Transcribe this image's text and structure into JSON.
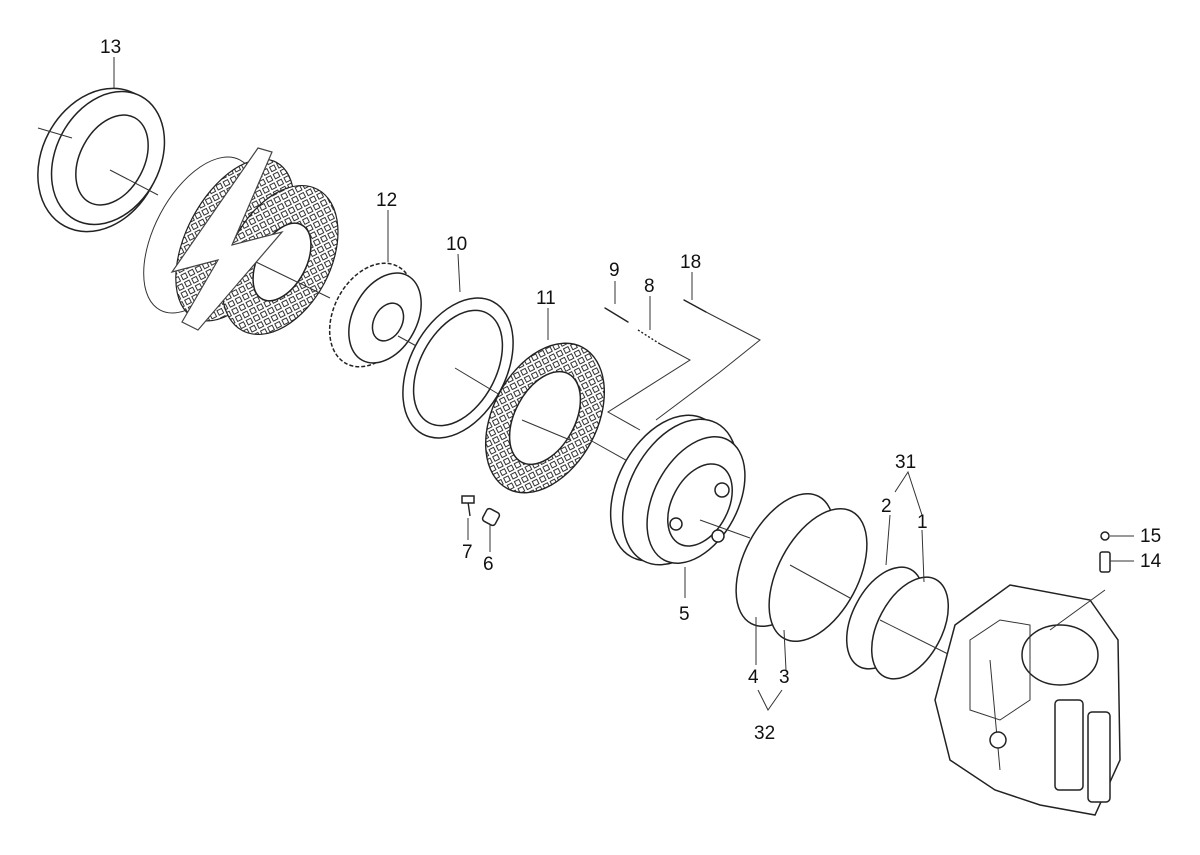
{
  "callouts": {
    "c1": "1",
    "c2": "2",
    "c3": "3",
    "c4": "4",
    "c5": "5",
    "c6": "6",
    "c7": "7",
    "c8": "8",
    "c9": "9",
    "c10": "10",
    "c11": "11",
    "c12": "12",
    "c13": "13",
    "c14": "14",
    "c15": "15",
    "c18": "18",
    "c31": "31",
    "c32": "32"
  },
  "icons": {
    "omission_mark": "zigzag-break-icon"
  }
}
